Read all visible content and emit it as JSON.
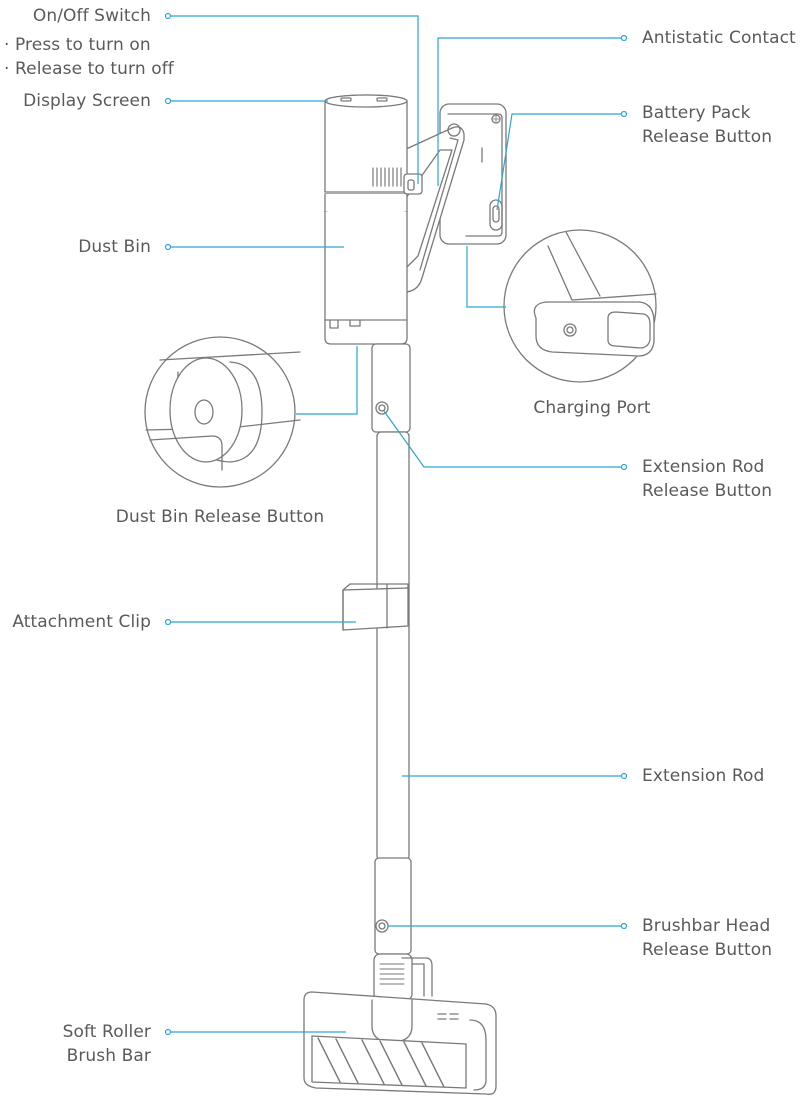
{
  "colors": {
    "callout": "#2aa6d4",
    "outline": "#7a7a7a",
    "text": "#5a5a5a",
    "body": "#ffffff"
  },
  "labels": {
    "on_off_switch": "On/Off Switch",
    "press_on": "· Press to turn on",
    "release_off": "· Release to turn off",
    "display_screen": "Display Screen",
    "dust_bin": "Dust Bin",
    "dust_bin_release_button": "Dust Bin Release Button",
    "attachment_clip": "Attachment Clip",
    "soft_roller_line1": "Soft Roller",
    "soft_roller_line2": "Brush Bar",
    "antistatic_contact": "Antistatic Contact",
    "battery_pack_line1": "Battery Pack",
    "battery_pack_line2": "Release Button",
    "charging_port": "Charging Port",
    "extension_rod_release_line1": "Extension Rod",
    "extension_rod_release_line2": "Release Button",
    "extension_rod": "Extension Rod",
    "brushbar_release_line1": "Brushbar Head",
    "brushbar_release_line2": "Release Button"
  }
}
